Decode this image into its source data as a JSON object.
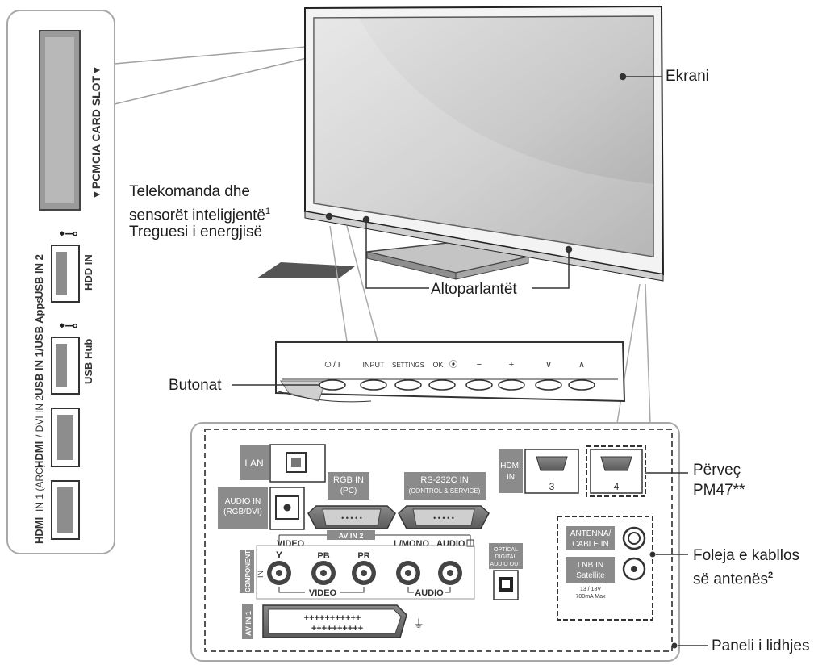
{
  "labels": {
    "screen": "Ekrani",
    "remote_line1": "Telekomanda dhe",
    "remote_line2": "sensorët inteligjentë",
    "remote_sup": "1",
    "power_indicator": "Treguesi i energjisë",
    "speakers": "Altoparlantët",
    "buttons": "Butonat",
    "except_line1": "Përveç",
    "except_line2": "PM47**",
    "antenna_line1": "Foleja e kabllos",
    "antenna_line2": "së antenës",
    "antenna_sup": "2",
    "connection_panel": "Paneli i lidhjes"
  },
  "side_panel": {
    "pcmcia": "▼PCMCIA CARD SLOT▼",
    "usb2": "USB IN 2",
    "usb2_sub": "HDD IN",
    "usb1": "USB IN 1/USB Apps",
    "usb1_sub": "USB Hub",
    "hdmi2_logo": "HDMI",
    "hdmi2": "/ DVI IN 2",
    "hdmi1_logo": "HDMI",
    "hdmi1": "IN 1 (ARC)"
  },
  "button_bar": {
    "power": "⏻ / I",
    "input": "INPUT",
    "settings": "SETTINGS",
    "ok": "OK",
    "minus": "−",
    "plus": "+",
    "down": "∨",
    "up": "∧"
  },
  "rear_panel": {
    "lan": "LAN",
    "audio_in_1": "AUDIO IN",
    "audio_in_2": "(RGB/DVI)",
    "rgb_in_1": "RGB IN",
    "rgb_in_2": "(PC)",
    "rs232_1": "RS-232C IN",
    "rs232_2": "(CONTROL & SERVICE)",
    "hdmi_1": "HDMI",
    "hdmi_2": "IN",
    "hdmi_port_3": "3",
    "hdmi_port_4": "4",
    "av_in_2": "AV IN 2",
    "video_top": "VIDEO",
    "lmono": "L/MONO",
    "audio_top": "AUDIO",
    "component": "COMPONENT",
    "component_in": "IN",
    "y": "Y",
    "pb": "PB",
    "pr": "PR",
    "video_bottom": "VIDEO",
    "audio_bottom": "AUDIO",
    "optical_1": "OPTICAL",
    "optical_2": "DIGITAL",
    "optical_3": "AUDIO OUT",
    "antenna_1": "ANTENNA/",
    "antenna_2": "CABLE IN",
    "lnb_1": "LNB IN",
    "lnb_2": "Satellite",
    "lnb_3": "13 / 18V",
    "lnb_4": "700mA Max",
    "av_in_1": "AV IN 1"
  }
}
